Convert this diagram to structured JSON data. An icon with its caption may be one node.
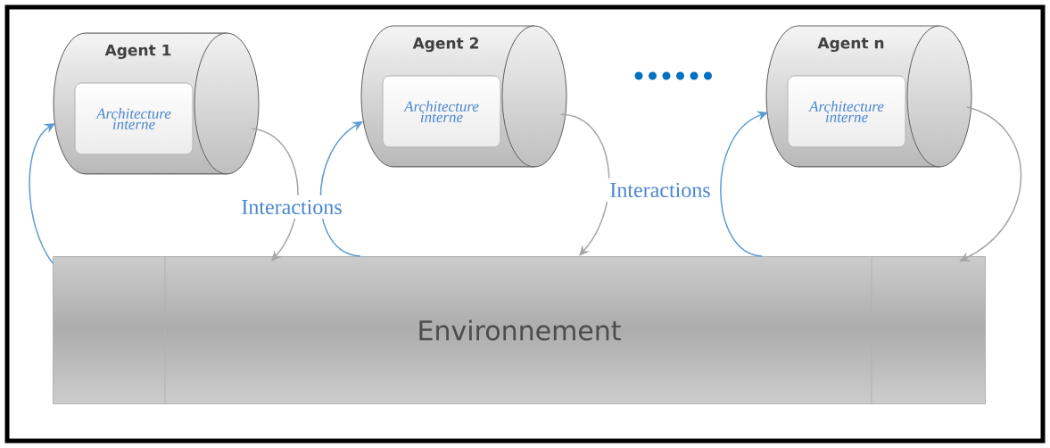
{
  "diagram": {
    "nodes": [
      {
        "text": [
          "Agent 1"
        ]
      },
      {
        "text": [
          "Architecture interne"
        ],
        "in": 0
      },
      {
        "text": [
          "Agent 2"
        ]
      },
      {
        "text": [
          "Architecture interne"
        ],
        "in": 2
      },
      {
        "text": [
          "Agent n"
        ]
      },
      {
        "text": [
          "Architecture interne"
        ],
        "in": 4
      },
      {
        "text": [
          "Environnement"
        ]
      }
    ],
    "edges": [
      {
        "from": 6,
        "to": 0,
        "arrow": "to",
        "color": "#5b9bd5"
      },
      {
        "from": 0,
        "to": 6,
        "arrow": "to",
        "color": "#a6a6a6"
      },
      {
        "from": 6,
        "to": 2,
        "arrow": "to",
        "color": "#5b9bd5"
      },
      {
        "from": 2,
        "to": 6,
        "arrow": "to",
        "color": "#a6a6a6"
      },
      {
        "from": 6,
        "to": 4,
        "arrow": "to",
        "color": "#5b9bd5"
      },
      {
        "from": 4,
        "to": 6,
        "arrow": "to",
        "color": "#a6a6a6"
      }
    ],
    "labels": [
      "Interactions",
      "Interactions"
    ]
  }
}
